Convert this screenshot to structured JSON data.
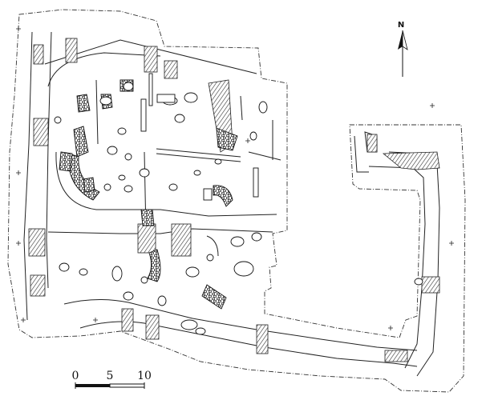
{
  "north_arrow": {
    "label": "N"
  },
  "scale_bar": {
    "labels": [
      "0",
      "5",
      "10"
    ]
  }
}
